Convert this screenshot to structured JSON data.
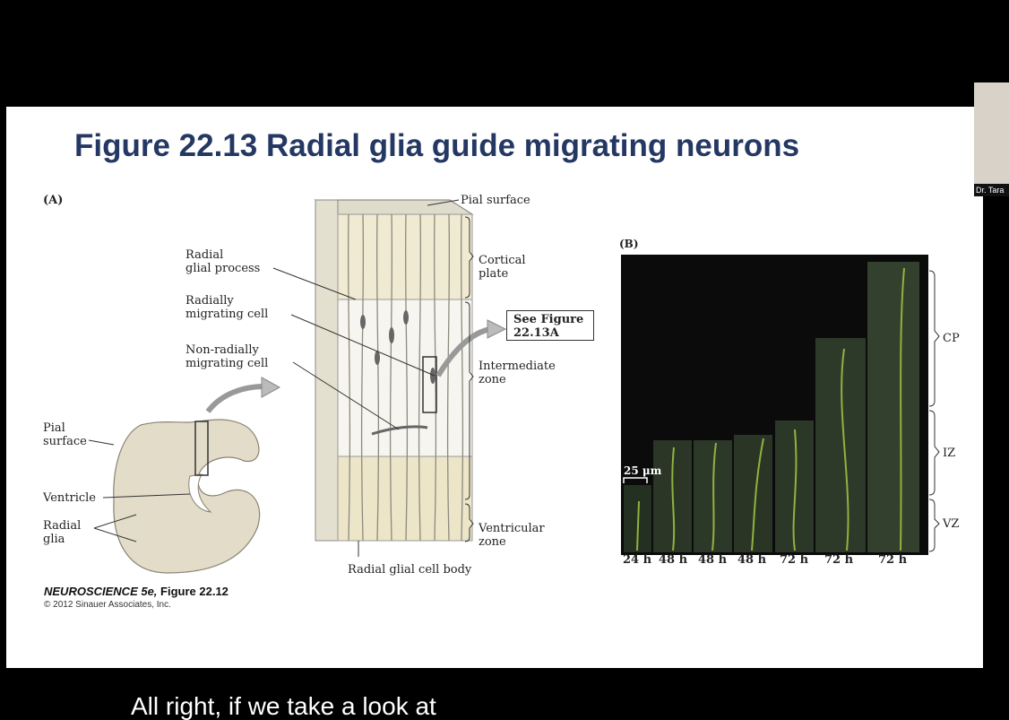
{
  "slide": {
    "title": "Figure 22.13  Radial glia guide migrating neurons",
    "panel_a_label": "(A)",
    "panel_b_label": "(B)",
    "labels_a": {
      "pial_surface_top": "Pial surface",
      "radial_glial_process": "Radial\nglial process",
      "radially_migrating": "Radially\nmigrating cell",
      "non_radially_migrating": "Non-radially\nmigrating cell",
      "pial_surface_left": "Pial\nsurface",
      "ventricle": "Ventricle",
      "radial_glia": "Radial\nglia",
      "cortical_plate": "Cortical\nplate",
      "intermediate_zone": "Intermediate\nzone",
      "ventricular_zone": "Ventricular\nzone",
      "radial_glial_cell_body": "Radial glial cell body",
      "see_figure": "See Figure\n22.13A"
    },
    "panel_b": {
      "scale_bar": "25 μm",
      "time_labels": [
        "24 h",
        "48 h",
        "48 h",
        "48 h",
        "72 h",
        "72 h",
        "72 h"
      ],
      "zones": [
        "CP",
        "IZ",
        "VZ"
      ]
    },
    "credit_book": "NEUROSCIENCE 5e,",
    "credit_figure": " Figure 22.12",
    "copyright": "© 2012 Sinauer Associates, Inc."
  },
  "video": {
    "participant_name": "Dr. Tara"
  },
  "caption": "All right, if we take a look at"
}
